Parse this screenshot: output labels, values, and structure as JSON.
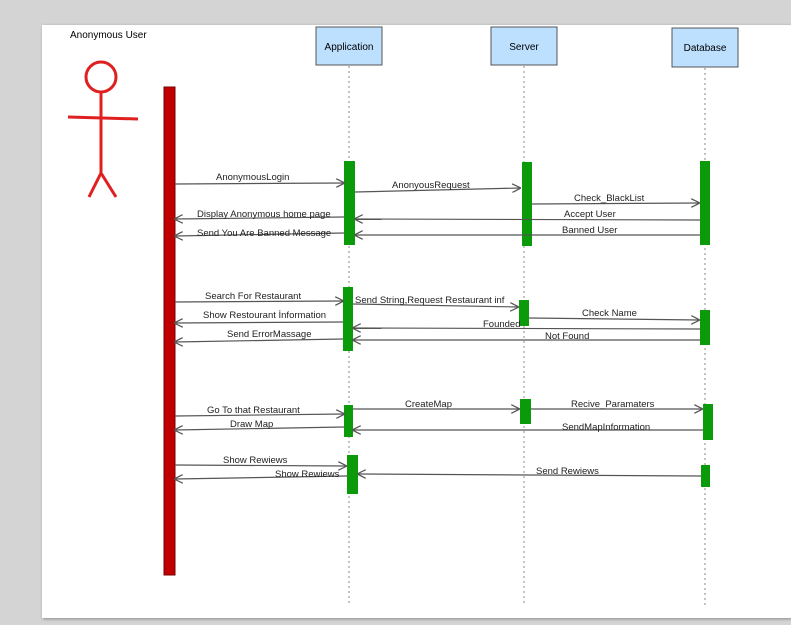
{
  "actor": {
    "name": "Anonymous User"
  },
  "lifelines": [
    {
      "id": "application",
      "label": "Application"
    },
    {
      "id": "server",
      "label": "Server"
    },
    {
      "id": "database",
      "label": "Database"
    }
  ],
  "messages": [
    {
      "text": "AnonymousLogin",
      "from": "actor",
      "to": "application"
    },
    {
      "text": "AnonyousRequest",
      "from": "application",
      "to": "server"
    },
    {
      "text": "Check_BlackList",
      "from": "server",
      "to": "database"
    },
    {
      "text": "Display Anonymous home page",
      "from": "application",
      "to": "actor"
    },
    {
      "text": "Accept User",
      "from": "database",
      "to": "application"
    },
    {
      "text": "Send You Are Banned Message",
      "from": "application",
      "to": "actor"
    },
    {
      "text": "Banned User",
      "from": "database",
      "to": "application"
    },
    {
      "text": "Search For Restaurant",
      "from": "actor",
      "to": "application"
    },
    {
      "text": "Send String,Request Restaurant inf",
      "from": "application",
      "to": "server"
    },
    {
      "text": "Check Name",
      "from": "server",
      "to": "database"
    },
    {
      "text": "Show Restourant İnformation",
      "from": "application",
      "to": "actor"
    },
    {
      "text": "Founded",
      "from": "database",
      "to": "application"
    },
    {
      "text": "Send ErrorMassage",
      "from": "application",
      "to": "actor"
    },
    {
      "text": "Not Found",
      "from": "database",
      "to": "application"
    },
    {
      "text": "Go To that Restaurant",
      "from": "actor",
      "to": "application"
    },
    {
      "text": "CreateMap",
      "from": "application",
      "to": "server"
    },
    {
      "text": "Recive_Paramaters",
      "from": "server",
      "to": "database"
    },
    {
      "text": "Draw Map",
      "from": "application",
      "to": "actor"
    },
    {
      "text": "SendMapInformation",
      "from": "database",
      "to": "application"
    },
    {
      "text": "Show Rewiews",
      "from": "actor",
      "to": "application"
    },
    {
      "text": "Show Rewiews",
      "from": "application",
      "to": "actor"
    },
    {
      "text": "Send Rewiews",
      "from": "database",
      "to": "application"
    }
  ],
  "colors": {
    "actor": "#e02020",
    "actor_bar": "#c00000",
    "activation": "#0a9a0a",
    "box_fill": "#bde0ff",
    "arrow": "#555555",
    "lifeline": "#888888"
  }
}
